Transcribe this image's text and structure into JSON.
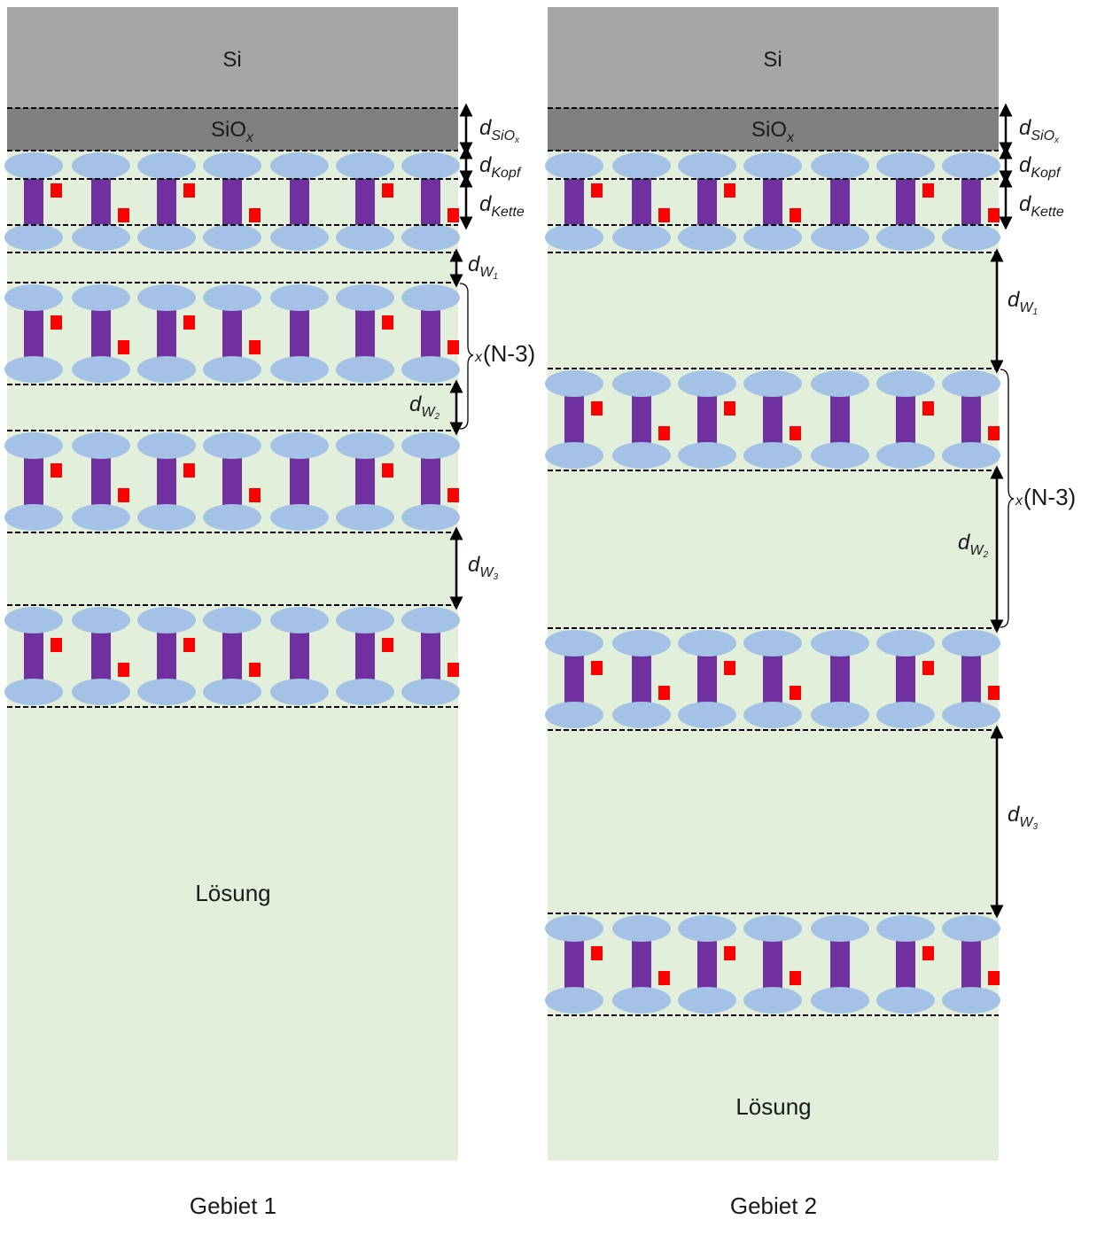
{
  "colors": {
    "si": "#a6a6a6",
    "siox": "#808080",
    "solution": "#e2efda",
    "head": "#a4c2e6",
    "chain": "#7030a0",
    "marker": "#ff0000",
    "line": "#000000"
  },
  "panel1": {
    "title": "Gebiet 1",
    "si_label": "Si",
    "siox_label": "SiO",
    "siox_sub": "x",
    "solution_label": "Lösung",
    "repeat_label": "(N-3)",
    "repeat_times": "x",
    "labels": {
      "d_siox": {
        "sym": "d",
        "sub": "SiO",
        "sub2": "x"
      },
      "d_kopf": {
        "sym": "d",
        "sub": "Kopf"
      },
      "d_kette": {
        "sym": "d",
        "sub": "Kette"
      },
      "d_w1": {
        "sym": "d",
        "sub": "W",
        "sub2": "1"
      },
      "d_w2": {
        "sym": "d",
        "sub": "W",
        "sub2": "2"
      },
      "d_w3": {
        "sym": "d",
        "sub": "W",
        "sub2": "3"
      }
    }
  },
  "panel2": {
    "title": "Gebiet 2",
    "si_label": "Si",
    "siox_label": "SiO",
    "siox_sub": "x",
    "solution_label": "Lösung",
    "repeat_label": "(N-3)",
    "repeat_times": "x",
    "labels": {
      "d_siox": {
        "sym": "d",
        "sub": "SiO",
        "sub2": "x"
      },
      "d_kopf": {
        "sym": "d",
        "sub": "Kopf"
      },
      "d_kette": {
        "sym": "d",
        "sub": "Kette"
      },
      "d_w1": {
        "sym": "d",
        "sub": "W",
        "sub2": "1"
      },
      "d_w2": {
        "sym": "d",
        "sub": "W",
        "sub2": "2"
      },
      "d_w3": {
        "sym": "d",
        "sub": "W",
        "sub2": "3"
      }
    }
  },
  "bilayer": {
    "lipids_per_row": 7
  }
}
